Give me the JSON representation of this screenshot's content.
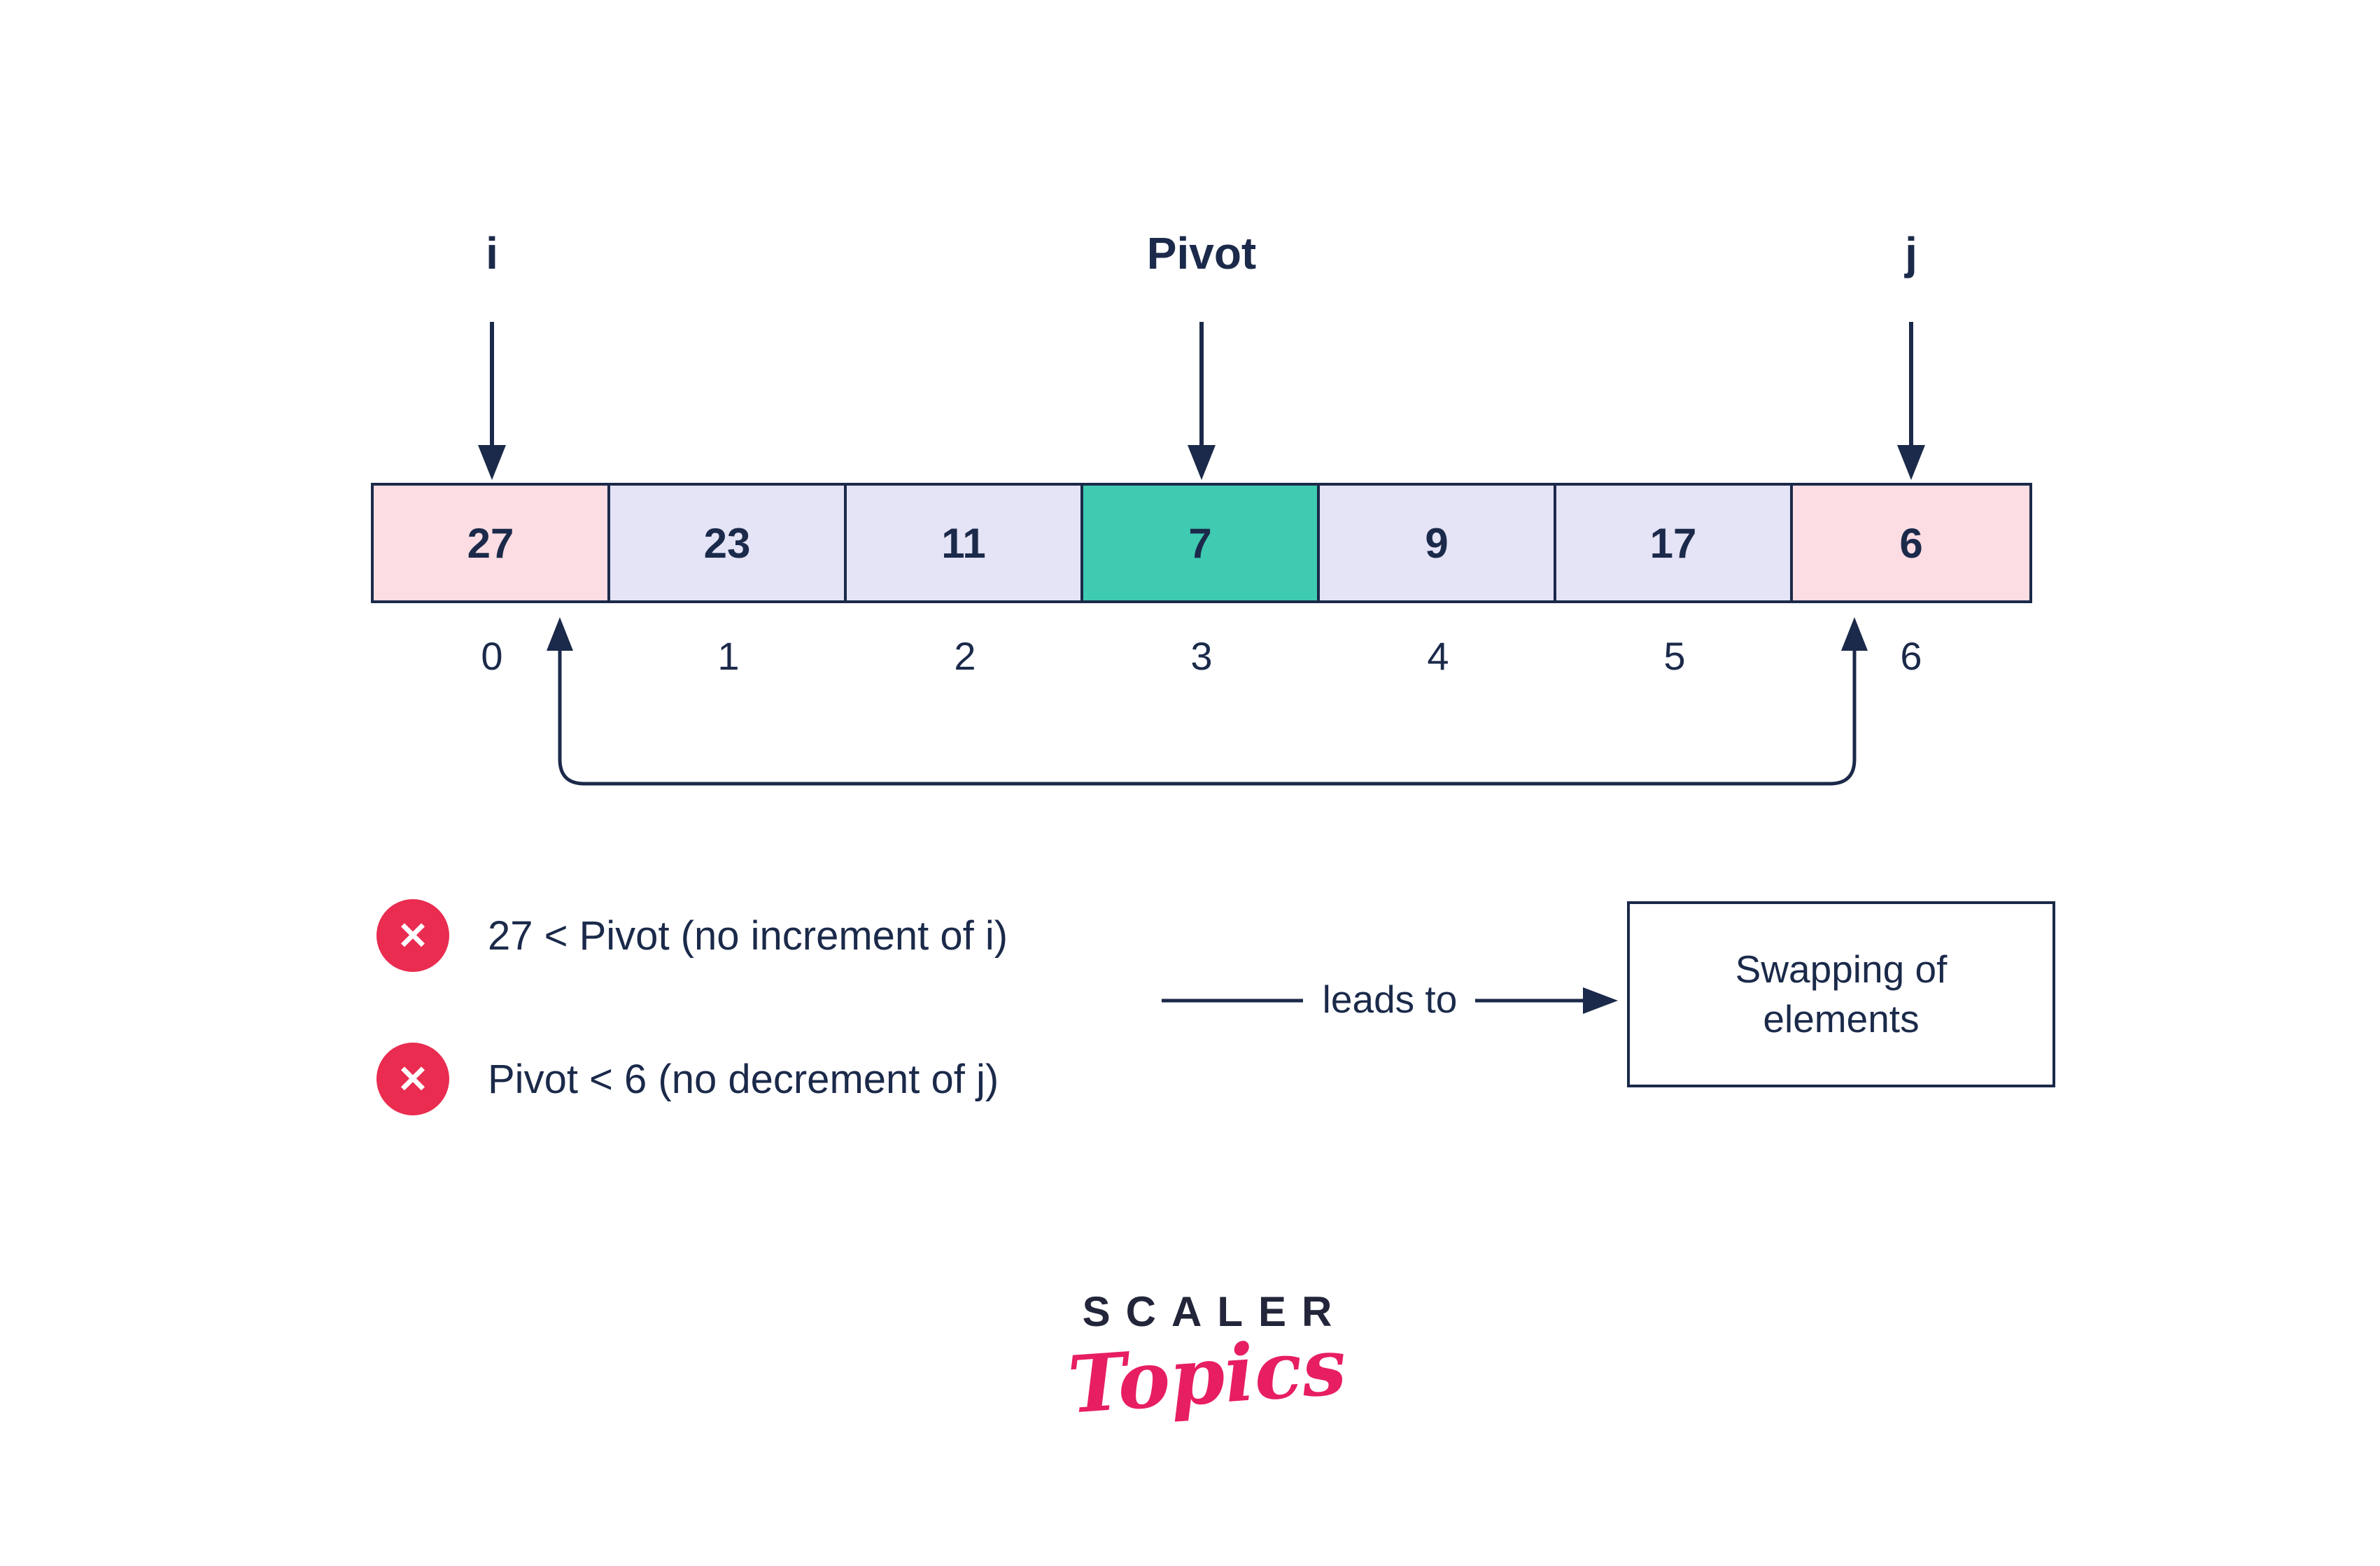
{
  "colors": {
    "navy": "#1b2a4a",
    "cell-pink": "#fcdde3",
    "cell-lavender": "#e5e3f6",
    "cell-teal": "#3fcbb1",
    "badge-red": "#e92c50",
    "logo-pink": "#e71e62",
    "logo-dark": "#23253a"
  },
  "icons": {
    "x": "✕"
  },
  "pointers": {
    "i": "i",
    "pivot": "Pivot",
    "j": "j"
  },
  "array": {
    "cells": [
      {
        "value": "27",
        "index": "0"
      },
      {
        "value": "23",
        "index": "1"
      },
      {
        "value": "11",
        "index": "2"
      },
      {
        "value": "7",
        "index": "3"
      },
      {
        "value": "9",
        "index": "4"
      },
      {
        "value": "17",
        "index": "5"
      },
      {
        "value": "6",
        "index": "6"
      }
    ]
  },
  "conditions": [
    {
      "text": "27 < Pivot (no increment of i)"
    },
    {
      "text": "Pivot < 6 (no decrement of j)"
    }
  ],
  "flow": {
    "label": "leads to",
    "result": "Swapping of elements"
  },
  "logo": {
    "line1": "SCALER",
    "line2": "Topics"
  }
}
